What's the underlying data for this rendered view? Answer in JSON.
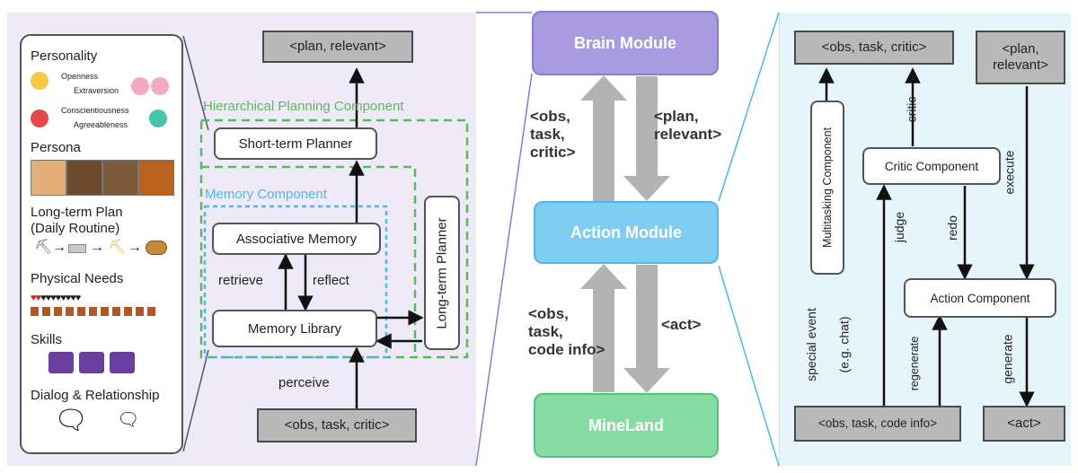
{
  "sidebar": {
    "personality": {
      "title": "Personality",
      "traits": [
        "Openness",
        "Extraversion",
        "Conscientiousness",
        "Agreeableness"
      ]
    },
    "persona": "Persona",
    "long_term_plan": [
      "Long-term Plan",
      "(Daily Routine)"
    ],
    "physical_needs": "Physical Needs",
    "skills": "Skills",
    "dialog": "Dialog & Relationship"
  },
  "brain": {
    "output_top": "<plan, relevant>",
    "hierarchical_title": "Hierarchical Planning Component",
    "short_term": "Short-term Planner",
    "memory_title": "Memory Component",
    "associative": "Associative Memory",
    "library": "Memory Library",
    "long_term": "Long-term Planner",
    "retrieve": "retrieve",
    "reflect": "reflect",
    "perceive": "perceive",
    "input_bottom": "<obs, task, critic>"
  },
  "middle": {
    "brain_module": "Brain Module",
    "action_module": "Action Module",
    "mineland": "MineLand",
    "up_top": "<obs,\ntask,\ncritic>",
    "down_top": "<plan,\nrelevant>",
    "up_bottom": "<obs,\ntask,\ncode info>",
    "down_bottom": "<act>"
  },
  "action": {
    "top_left": "<obs, task, critic>",
    "top_right": [
      "<plan,",
      "relevant>"
    ],
    "multitasking": "Multitasking Component",
    "critic_comp": "Critic Component",
    "action_comp": "Action Component",
    "critic": "critic",
    "execute": "execute",
    "judge": "judge",
    "redo": "redo",
    "special_event": "special event",
    "eg_chat": "(e.g. chat)",
    "regenerate": "regenerate",
    "generate": "generate",
    "bottom_left": "<obs, task, code info>",
    "bottom_right": "<act>"
  },
  "colors": {
    "brain_bg": "#efeaf8",
    "action_bg": "#e6f4fc",
    "hierarchical_green": "#5cb85c",
    "memory_blue": "#4fb7ec",
    "brain_module": "#a99be0",
    "action_module": "#7fcdf1",
    "mineland": "#86dca3"
  }
}
